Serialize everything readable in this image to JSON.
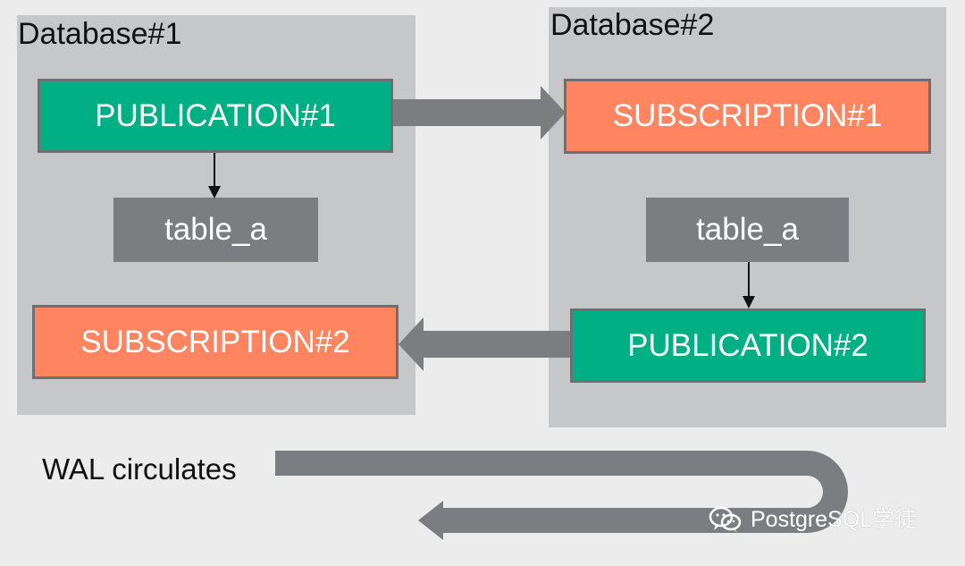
{
  "database_1": {
    "title": "Database#1",
    "publication_label": "PUBLICATION#1",
    "table_label": "table_a",
    "subscription_label": "SUBSCRIPTION#2"
  },
  "database_2": {
    "title": "Database#2",
    "subscription_label": "SUBSCRIPTION#1",
    "table_label": "table_a",
    "publication_label": "PUBLICATION#2"
  },
  "footer": {
    "caption": "WAL circulates"
  },
  "watermark": {
    "icon": "wechat-icon",
    "text": "PostgreSQL学徒"
  },
  "colors": {
    "background": "#ececec",
    "panel": "#c6c7c8",
    "publication": "#00b084",
    "subscription": "#ff8560",
    "table": "#7b7d80",
    "arrow": "#7c7d80"
  }
}
